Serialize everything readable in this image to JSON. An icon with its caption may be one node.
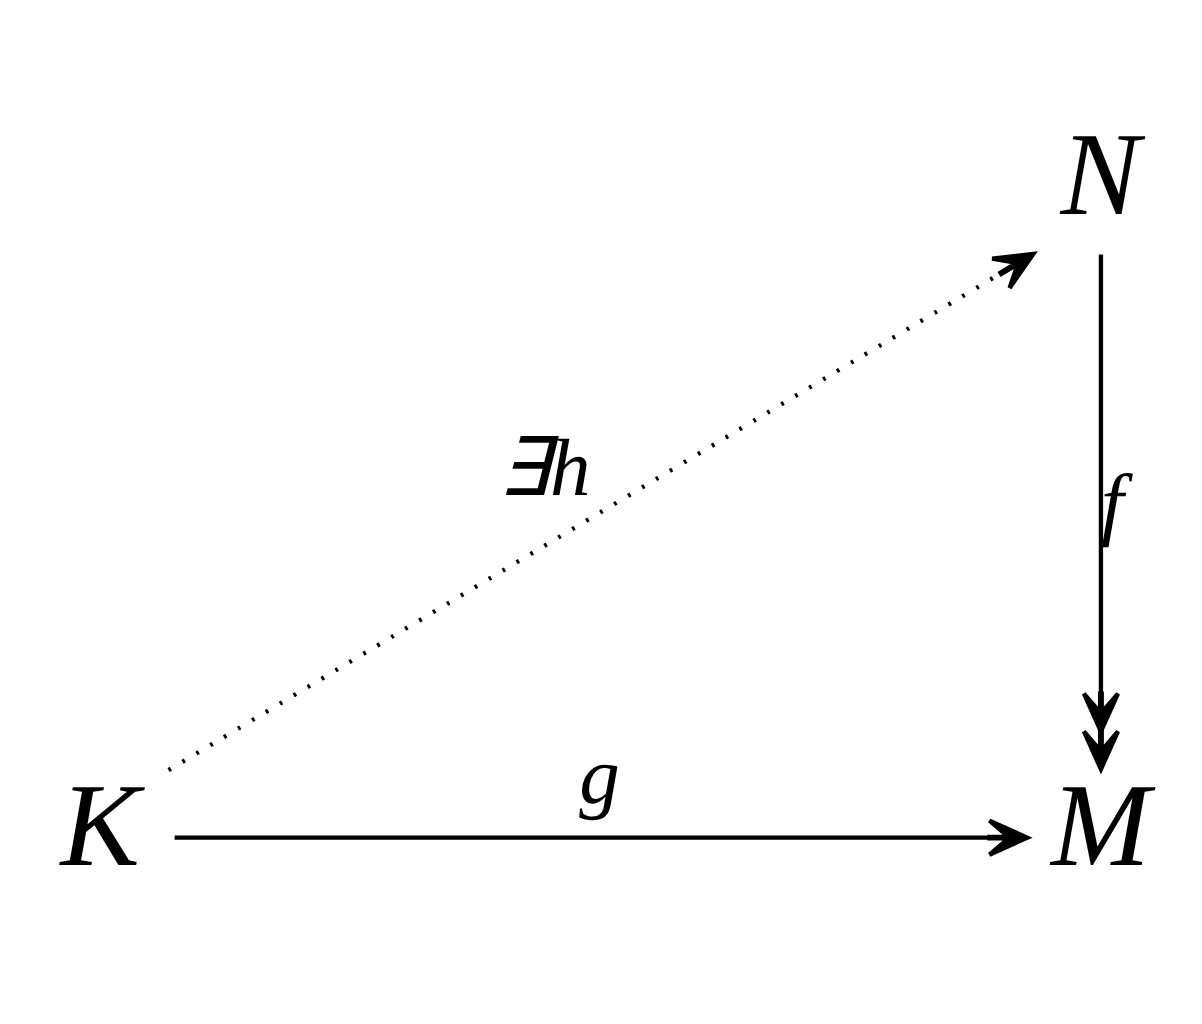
{
  "diagram": {
    "nodes": [
      {
        "text": [
          "N"
        ]
      },
      {
        "text": [
          "K"
        ]
      },
      {
        "text": [
          "M"
        ]
      }
    ],
    "edges": [
      {
        "from": 1,
        "to": 0,
        "arrow": "to",
        "label": "∃h",
        "style": "dashed"
      },
      {
        "from": 0,
        "to": 2,
        "arrow": "to",
        "label": "f"
      },
      {
        "from": 1,
        "to": 2,
        "arrow": "to",
        "label": "g"
      }
    ]
  }
}
